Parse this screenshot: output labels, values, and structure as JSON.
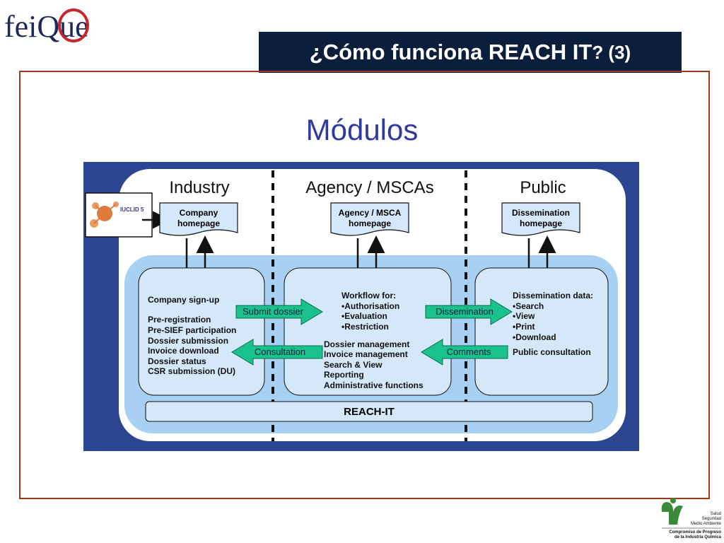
{
  "header": {
    "logo_text": "feiQue",
    "title_main": "¿Cómo funciona REACH IT",
    "title_suffix": "? (3)"
  },
  "subtitle": "Módulos",
  "diagram": {
    "column_labels": [
      "Industry",
      "Agency / MSCAs",
      "Public"
    ],
    "external_logo_text": "IUCLID 5",
    "homepages": [
      {
        "line1": "Company",
        "line2": "homepage"
      },
      {
        "line1": "Agency / MSCA",
        "line2": "homepage"
      },
      {
        "line1": "Dissemination",
        "line2": "homepage"
      }
    ],
    "module_industry": [
      "Company sign-up",
      "",
      "Pre-registration",
      "Pre-SIEF participation",
      "Dossier submission",
      "Invoice download",
      "Dossier status",
      "CSR submission (DU)"
    ],
    "module_agency_top": [
      "Workflow for:",
      "•Authorisation",
      "•Evaluation",
      "•Restriction"
    ],
    "module_agency_bottom": [
      "Dossier management",
      "Invoice management",
      "Search & View",
      "Reporting",
      "Administrative functions"
    ],
    "module_public": [
      "Dissemination data:",
      "•Search",
      "•View",
      "•Print",
      "•Download",
      "",
      "Public consultation"
    ],
    "arrows": {
      "submit": "Submit dossier",
      "consultation": "Consultation",
      "dissemination": "Dissemination",
      "comments": "Comments"
    },
    "base_label": "REACH-IT"
  },
  "footer": {
    "line1": "Salud",
    "line2": "Seguridad",
    "line3": "Medio Ambiente",
    "line4": "Compromiso de Progreso",
    "line5": "de la Industria Química"
  },
  "colors": {
    "title_bg": "#0b1f3c",
    "frame": "#9a3a16",
    "subtitle": "#2e3aa0",
    "diagram_bg": "#2c4590",
    "arrow_fill": "#19c18c"
  }
}
